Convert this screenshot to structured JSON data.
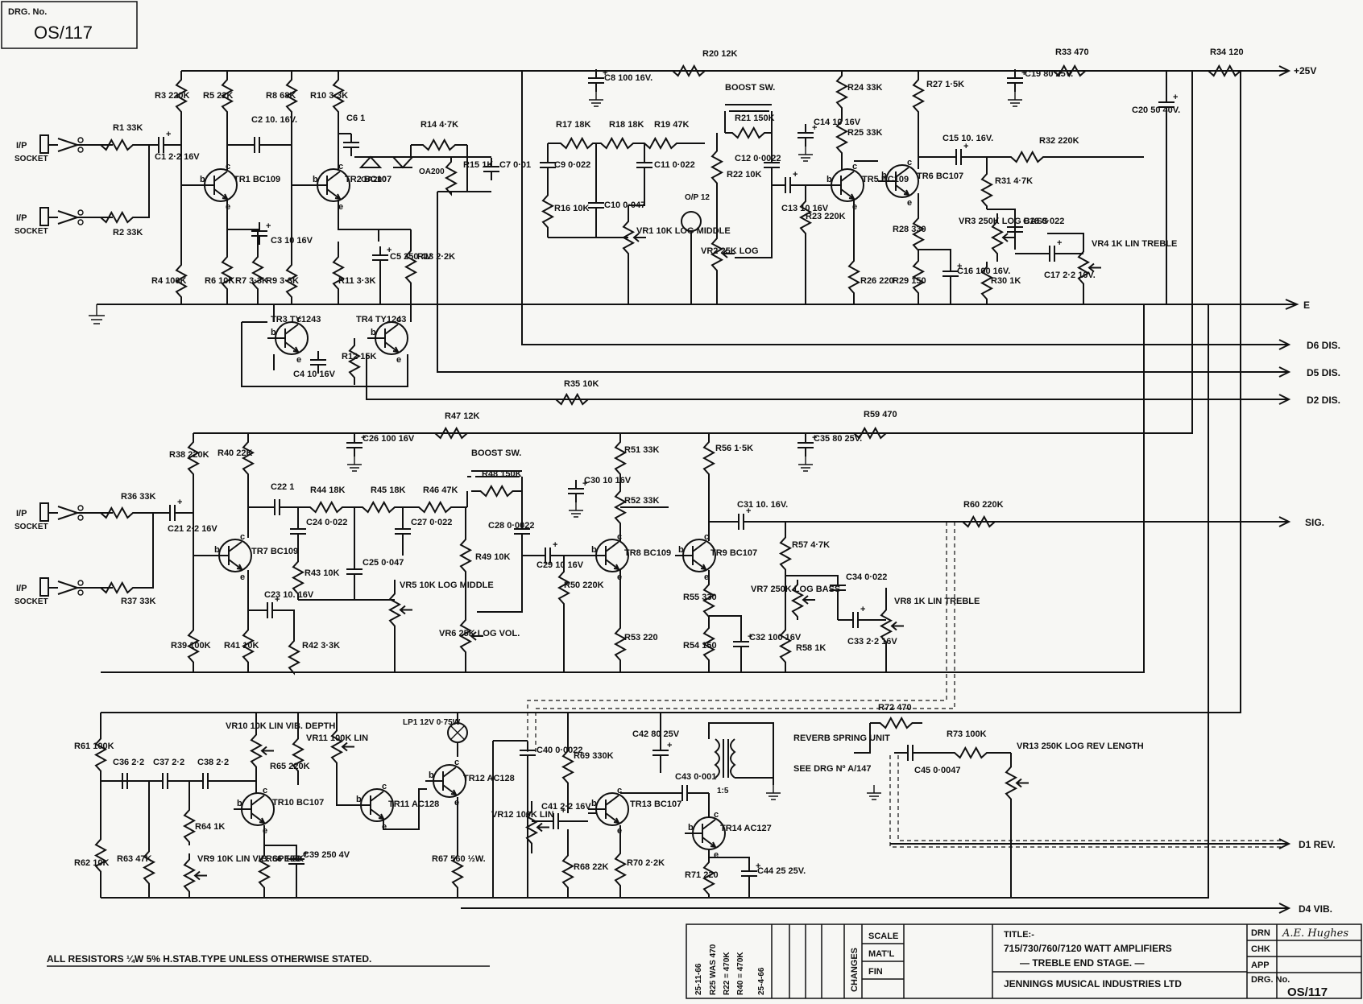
{
  "drawing": {
    "drg_label": "DRG. No.",
    "drg_number": "OS/117",
    "note": "ALL RESISTORS ¼W 5% H.STAB.TYPE UNLESS OTHERWISE STATED."
  },
  "rails": {
    "plus25": "+25V",
    "earth": "E",
    "d6": "D6 DIS.",
    "d5": "D5 DIS.",
    "d2": "D2 DIS.",
    "sig": "SIG.",
    "d1": "D1 REV.",
    "d4": "D4 VIB."
  },
  "inputs": {
    "ip": "I/P",
    "socket": "SOCKET"
  },
  "components": {
    "R1": "R1 33K",
    "R2": "R2 33K",
    "C1": "C1 2·2 16V",
    "R3": "R3 220K",
    "R4": "R4 100K",
    "R5": "R5 22K",
    "R6": "R6 10K",
    "C2": "C2 10. 16V.",
    "TR1": "TR1 BC109",
    "R7": "R7 3·3K",
    "C3": "C3 10 16V",
    "R8": "R8 68K",
    "R9": "R9 3·3K",
    "R10": "R10 3·3K",
    "R11": "R11 3·3K",
    "TR2": "TR2 BC107",
    "C6": "C6 1",
    "OA1": "OA200",
    "OA2": "OA200",
    "R14": "R14 4·7K",
    "R15": "R15 1K",
    "C7": "C7 0·01",
    "C5": "C5 250 4V",
    "R13": "R13 2·2K",
    "TR3": "TR3 TY1243",
    "TR4": "TR4 TY1243",
    "C4": "C4 10 16V",
    "R12": "R12 15K",
    "C8": "C8 100 16V.",
    "R20": "R20 12K",
    "R17": "R17 18K",
    "R18": "R18 18K",
    "R19": "R19 47K",
    "C9": "C9 0·022",
    "C11": "C11 0·022",
    "R16": "R16 10K",
    "C10": "C10 0·047",
    "VR1": "VR1 10K LOG MIDDLE",
    "BOOST1": "BOOST SW.",
    "R21": "R21 150K",
    "C12": "C12 0·0022",
    "R22": "R22 10K",
    "OP": "O/P 12",
    "VR2": "VR2 25K LOG",
    "C13": "C13 10 16V",
    "R23": "R23 220K",
    "C14": "C14 10 16V",
    "R24": "R24 33K",
    "R25": "R25 33K",
    "TR5": "TR5 BC109",
    "R26": "R26 220",
    "R27": "R27 1·5K",
    "TR6": "TR6 BC107",
    "R28": "R28 330",
    "R29": "R29 150",
    "C16": "C16 100 16V.",
    "C15": "C15 10. 16V.",
    "R32": "R32 220K",
    "R31": "R31 4·7K",
    "VR3": "VR3 250K LOG BASS",
    "C18": "C18 0·022",
    "C17": "C17 2·2 16V.",
    "VR4": "VR4 1K LIN TREBLE",
    "R30": "R30 1K",
    "C19": "C19 80 25V.",
    "R33": "R33 470",
    "R34": "R34 120",
    "C20": "C20 50 40V.",
    "R35": "R35 10K",
    "R47": "R47 12K",
    "R59": "R59 470",
    "R36": "R36 33K",
    "R37": "R37 33K",
    "C21": "C21 2·2 16V",
    "R38": "R38 220K",
    "R39": "R39 100K",
    "R40": "R40 22K",
    "TR7": "TR7 BC109",
    "C22": "C22 1",
    "R44": "R44 18K",
    "R45": "R45 18K",
    "R46": "R46 47K",
    "C24": "C24 0·022",
    "C27": "C27 0·022",
    "R43": "R43 10K",
    "C25": "C25 0·047",
    "VR5": "VR5 10K LOG MIDDLE",
    "C23": "C23 10. 16V",
    "R41": "R41 10K",
    "R42": "R42 3·3K",
    "C26": "C26 100 16V",
    "BOOST2": "BOOST SW.",
    "R48": "R48 150K",
    "C28": "C28 0·0022",
    "R49": "R49 10K",
    "VR6": "VR6 25K LOG VOL.",
    "C29": "C29 10 16V",
    "R50": "R50 220K",
    "C30": "C30 10 16V",
    "R51": "R51 33K",
    "R52": "R52 33K",
    "TR8": "TR8 BC109",
    "R53": "R53 220",
    "R56": "R56 1·5K",
    "TR9": "TR9 BC107",
    "R55": "R55 330",
    "R54": "R54 150",
    "C32": "C32 100 16V",
    "C35": "C35 80 25V.",
    "C31": "C31 10. 16V.",
    "R60": "R60 220K",
    "R57": "R57 4·7K",
    "VR7": "VR7 250K LOG BASS",
    "C34": "C34 0·022",
    "C33": "C33 2·2 16V",
    "VR8": "VR8 1K LIN TREBLE",
    "R58": "R58 1K",
    "R61": "R61 100K",
    "C36": "C36 2·2",
    "C37": "C37 2·2",
    "C38": "C38 2·2",
    "R62": "R62 10K",
    "R63": "R63 47K",
    "R64": "R64 1K",
    "VR9": "VR9 10K LIN VIB. SPEED",
    "VR10": "VR10 10K LIN VIB. DEPTH",
    "TR10": "TR10 BC107",
    "R65": "R65 220K",
    "R66": "R66 1·5K",
    "C39": "C39 250 4V",
    "VR11": "VR11 100K LIN",
    "TR11": "TR11 AC128",
    "LP1": "LP1 12V 0·75W",
    "TR12": "TR12 AC128",
    "R67": "R67 560 ½W.",
    "C40": "C40 0·0022",
    "VR12": "VR12 100K LIN",
    "C41": "C41 2·2 16V",
    "R69": "R69 330K",
    "R68": "R68 22K",
    "C42": "C42 80 25V",
    "TR13": "TR13 BC107",
    "R70": "R70 2·2K",
    "C43": "C43 0·001",
    "TR14": "TR14 AC127",
    "R71": "R71 220",
    "C44": "C44 25 25V.",
    "REVERB": "REVERB SPRING UNIT",
    "SEEDRG": "SEE DRG Nº A/147",
    "R72": "R72 470",
    "R73": "R73 100K",
    "C45": "C45 0·0047",
    "VR13": "VR13 250K LOG REV LENGTH",
    "RATIO": "1:5"
  },
  "title_block": {
    "changes_label": "CHANGES",
    "changes": [
      "25-11-66",
      "R25 WAS 470",
      "R22 = 470K",
      "R40 = 470K",
      "25-4-66"
    ],
    "scale": "SCALE",
    "matl": "MAT'L",
    "fin": "FIN",
    "title_label": "TITLE:-",
    "title_line1": "715/730/760/7120 WATT AMPLIFIERS",
    "title_line2": "— TREBLE END STAGE. —",
    "company": "JENNINGS MUSICAL INDUSTRIES LTD",
    "drn": "DRN",
    "drn_sig": "A.E. Hughes",
    "chk": "CHK",
    "app": "APP",
    "drg_label": "DRG. No.",
    "drg_number": "OS/117"
  }
}
